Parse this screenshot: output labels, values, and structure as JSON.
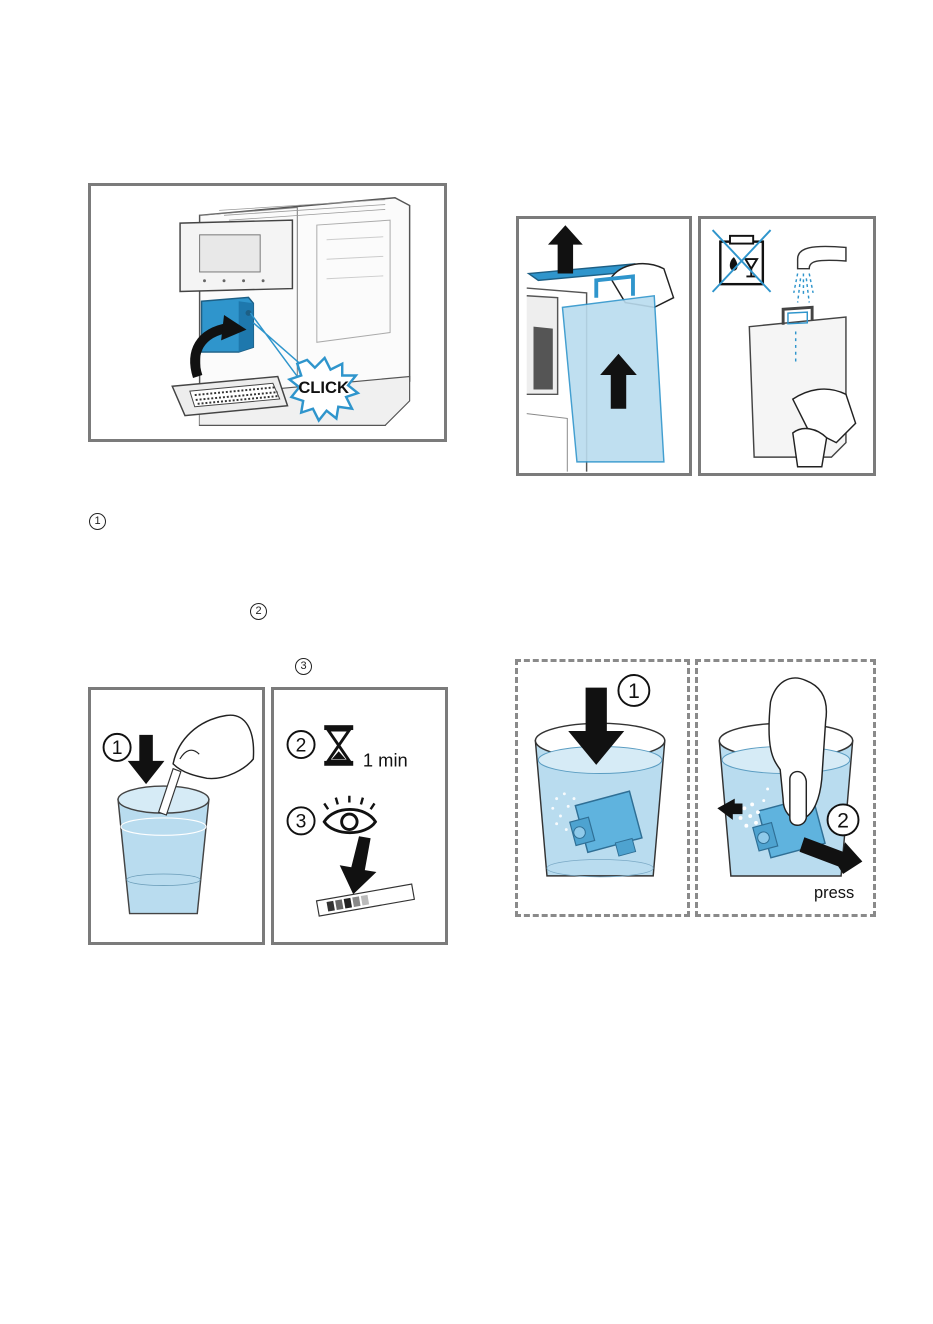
{
  "illustration_1": {
    "callout": "CLICK",
    "colors": {
      "accent": "#2f95cc",
      "water": "#b9dcef",
      "outline": "#333333"
    }
  },
  "illustration_2": {
    "left_icon": "up-arrow-icon",
    "right_icon": "no-dishwasher-icon"
  },
  "text_markers": [
    {
      "id": "marker-1",
      "label": "1"
    },
    {
      "id": "marker-2",
      "label": "2"
    },
    {
      "id": "marker-3",
      "label": "3"
    }
  ],
  "illustration_3": {
    "step1": "1",
    "step2": "2",
    "step2_time": "1 min",
    "step3": "3"
  },
  "illustration_4": {
    "step1": "1",
    "step2": "2",
    "press_label": "press"
  }
}
